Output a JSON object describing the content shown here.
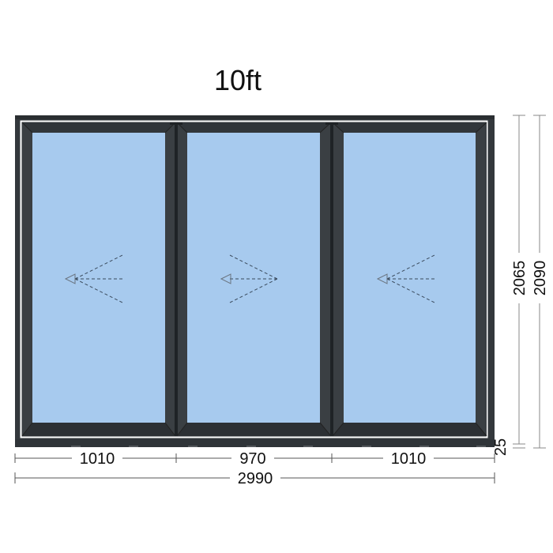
{
  "title": "10ft",
  "colors": {
    "frame": "#33383c",
    "frame_dark": "#2a2e31",
    "frame_light": "#41464a",
    "glass": "#a7caee",
    "seal": "#ffffff",
    "dimension_line": "#555555",
    "arrow": "#3a4a5c"
  },
  "panels": [
    {
      "name": "left",
      "opening_direction": "left"
    },
    {
      "name": "middle",
      "opening_direction": "left"
    },
    {
      "name": "right",
      "opening_direction": "left"
    }
  ],
  "dimensions": {
    "widths": [
      {
        "label": "1010"
      },
      {
        "label": "970"
      },
      {
        "label": "1010"
      }
    ],
    "total_width": "2990",
    "sash_height": "2065",
    "total_height": "2090",
    "bottom_track": "25"
  }
}
